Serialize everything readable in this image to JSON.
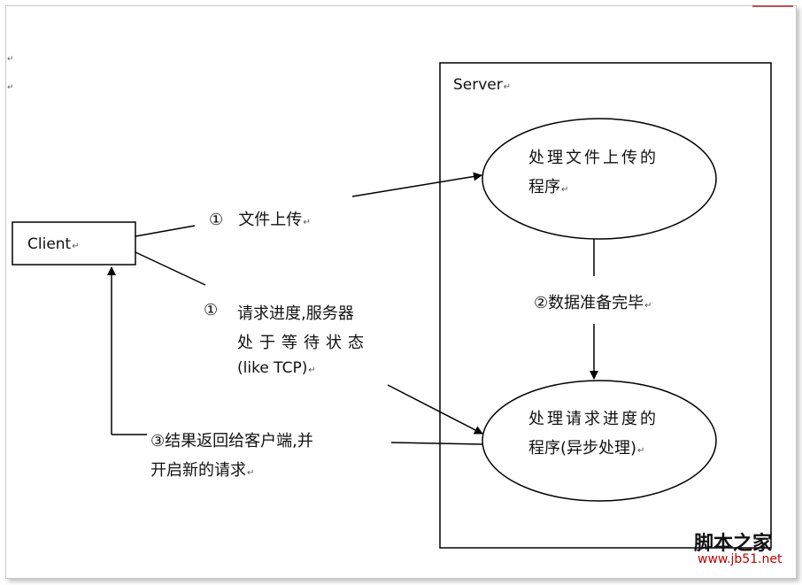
{
  "server": {
    "label": "Server"
  },
  "client": {
    "label": "Client"
  },
  "process_upload": {
    "line1": "处理文件上传的",
    "line2": "程序"
  },
  "process_progress": {
    "line1": "处理请求进度的",
    "line2": "程序(异步处理)"
  },
  "arrows": {
    "upload": {
      "num": "①",
      "text": "文件上传"
    },
    "request": {
      "num": "①",
      "line1": "请求进度,服务器",
      "line2": "处于等待状态",
      "line3": "(like TCP)"
    },
    "data_ready": {
      "text": "②数据准备完毕"
    },
    "result": {
      "line1": "③结果返回给客户端,并",
      "line2": "开启新的请求"
    }
  },
  "paragraph_mark": "↵",
  "watermark": {
    "name": "脚本之家",
    "url": "www.jb51.net"
  }
}
